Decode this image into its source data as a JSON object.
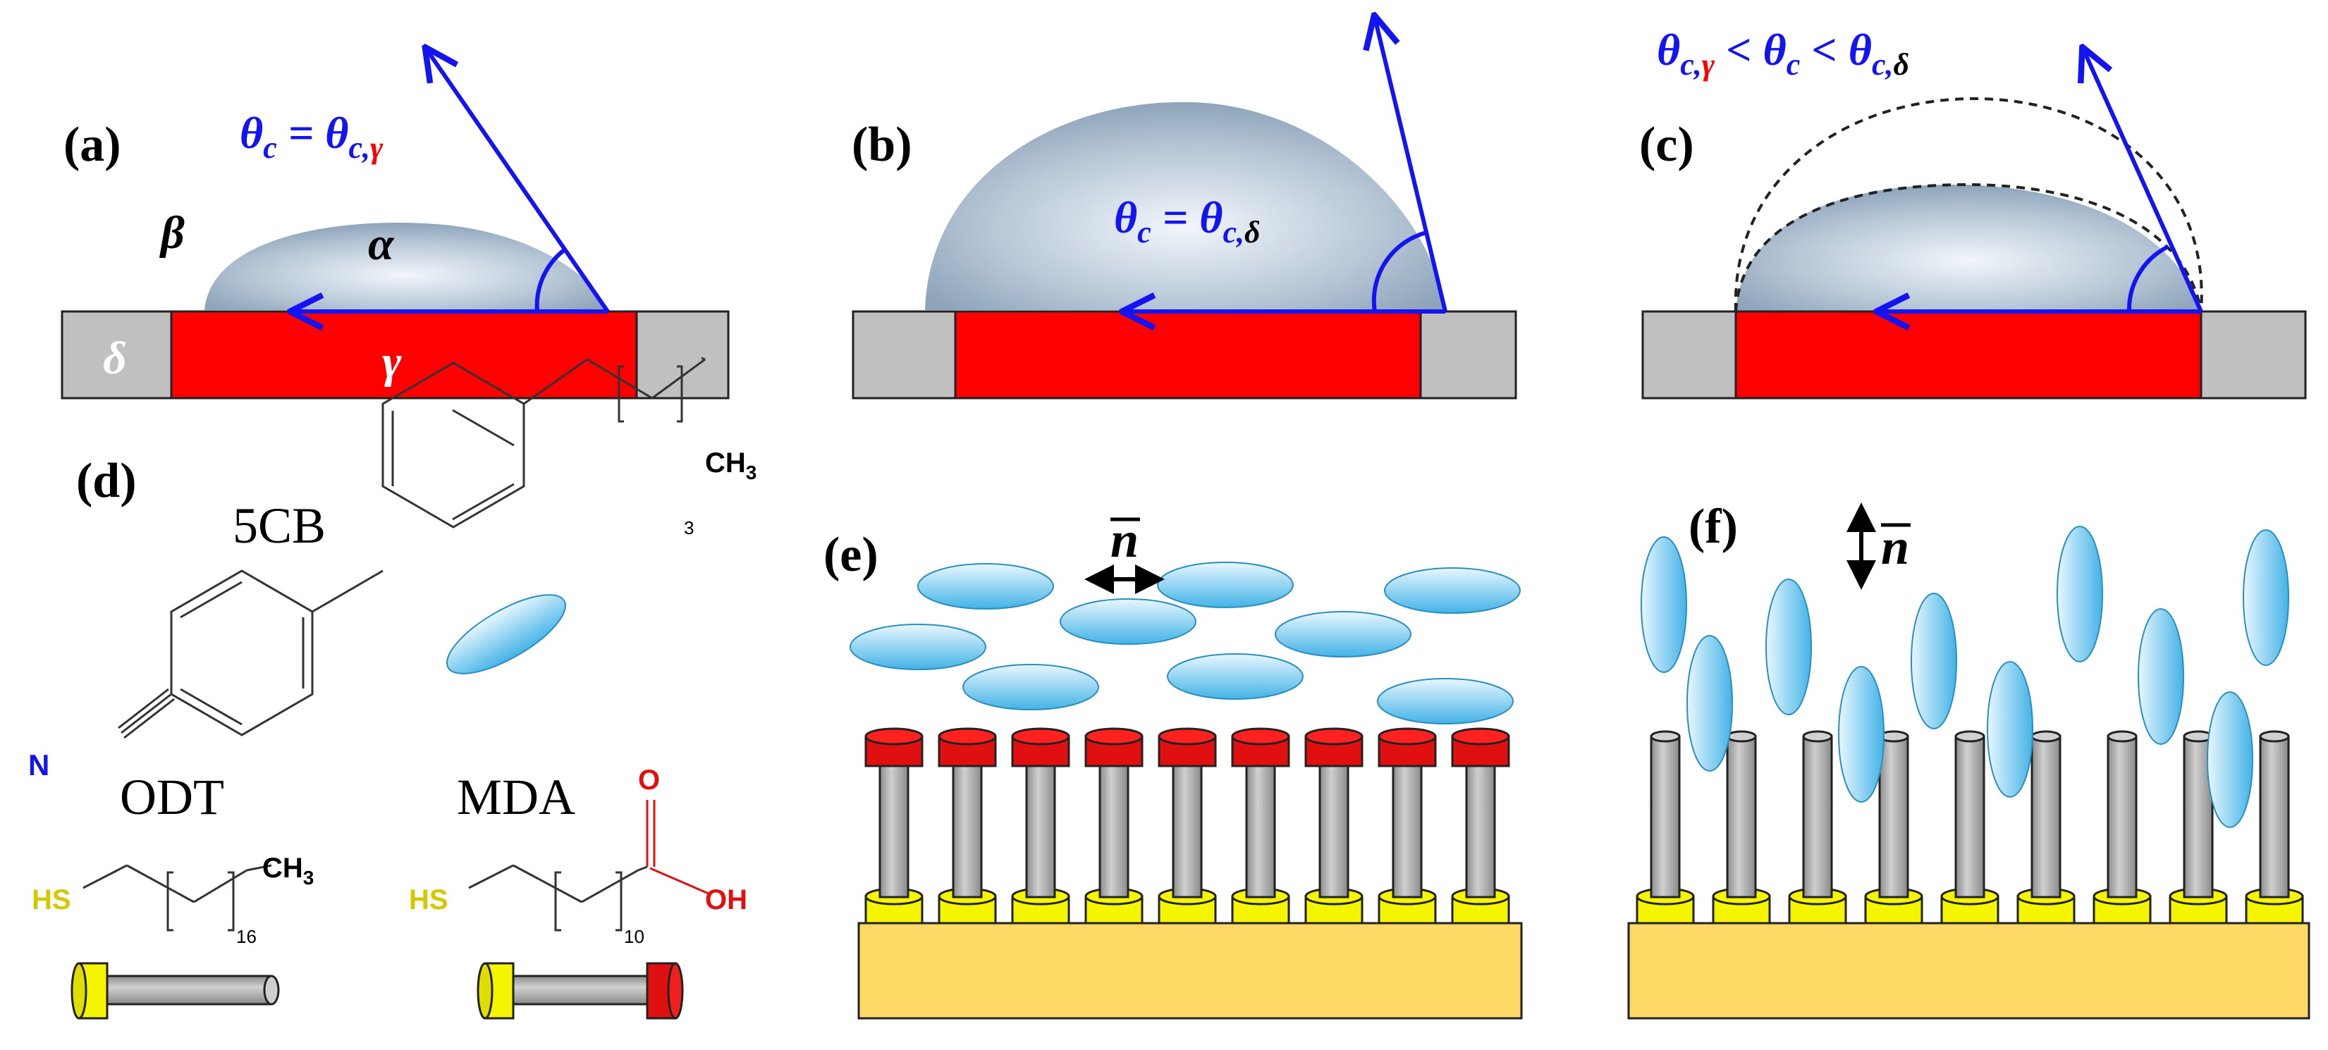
{
  "panels": {
    "a": {
      "label": "(a)",
      "equation": {
        "theta": "θ",
        "sub_c": "c",
        "eq": " = ",
        "sub_c2": "c,",
        "sub_gamma": "γ"
      },
      "beta": "β",
      "alpha": "α",
      "delta": "δ",
      "gamma": "γ"
    },
    "b": {
      "label": "(b)",
      "equation": {
        "theta": "θ",
        "sub_c": "c",
        "eq": " = ",
        "sub_c2": "c,",
        "sub_delta": "δ"
      }
    },
    "c": {
      "label": "(c)",
      "equation": {
        "theta": "θ",
        "sub_c": "c,",
        "sub_gamma": "γ",
        "lt": " < ",
        "sub_c_mid": "c",
        "sub_c3": "c,",
        "sub_delta": "δ"
      }
    },
    "d": {
      "label": "(d)",
      "molecule_5cb": {
        "name": "5CB",
        "n_atom": "N",
        "ch3": "CH",
        "ch3_sub": "3",
        "repeat": "3"
      },
      "molecule_odt": {
        "name": "ODT",
        "hs": "HS",
        "ch3": "CH",
        "ch3_sub": "3",
        "repeat": "16"
      },
      "molecule_mda": {
        "name": "MDA",
        "hs": "HS",
        "o": "O",
        "oh": "OH",
        "repeat": "10"
      }
    },
    "e": {
      "label": "(e)",
      "director": "n"
    },
    "f": {
      "label": "(f)",
      "director": "n"
    }
  },
  "colors": {
    "blue": "#1414f0",
    "red": "#ff0000",
    "gray": "#c0c0c0",
    "yellow": "#f5f500",
    "sulfur_yellow": "#d4c800",
    "gold": "#ffd966",
    "lc_blue": "#7fd0f0"
  }
}
